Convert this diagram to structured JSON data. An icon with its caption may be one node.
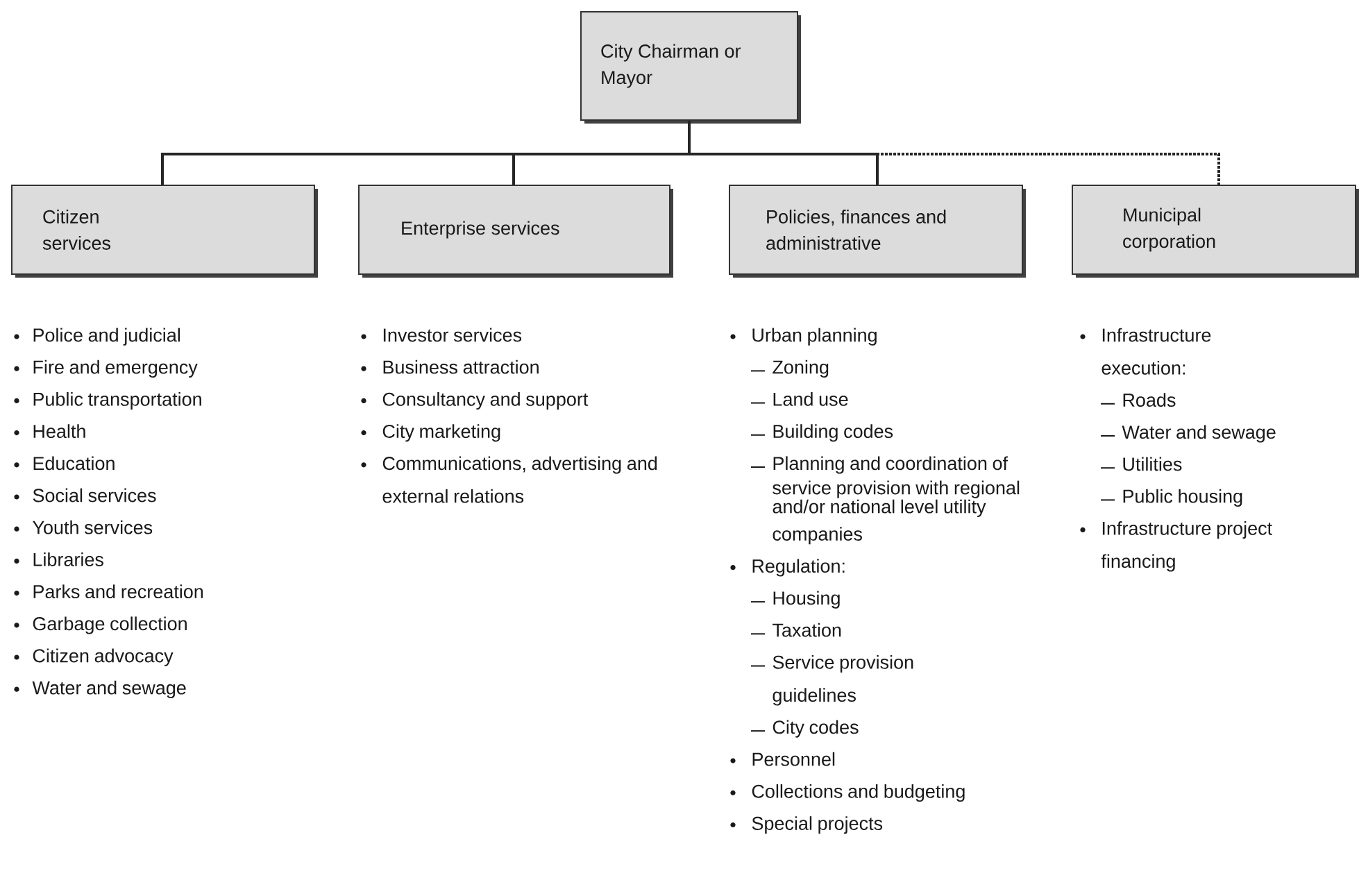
{
  "diagram": {
    "nodes": [
      {
        "text": [
          "City Chairman or Mayor"
        ]
      },
      {
        "text": [
          "Citizen services"
        ],
        "beside": [
          "Police and judicial",
          "Fire and emergency",
          "Public transportation",
          "Health",
          "Education",
          "Social services",
          "Youth services",
          "Libraries",
          "Parks and recreation",
          "Garbage collection",
          "Citizen advocacy",
          "Water and sewage"
        ]
      },
      {
        "text": [
          "Enterprise services"
        ],
        "beside": [
          "Investor services",
          "Business attraction",
          "Consultancy and support",
          "City marketing",
          "Communications, advertising and external relations"
        ]
      },
      {
        "text": [
          "Policies, finances and administrative"
        ],
        "beside": [
          "Urban planning",
          "Zoning",
          "Land use",
          "Building codes",
          "Planning and coordination of service provision with regional and/or national level utility companies",
          "Regulation:",
          "Housing",
          "Taxation",
          "Service provision guidelines",
          "City codes",
          "Personnel",
          "Collections and budgeting",
          "Special projects"
        ]
      },
      {
        "text": [
          "Municipal corporation"
        ],
        "beside": [
          "Infrastructure execution:",
          "Roads",
          "Water and sewage",
          "Utilities",
          "Public housing",
          "Infrastructure project financing"
        ]
      }
    ],
    "edges": [
      {
        "from": 0,
        "to": 1,
        "arrow": "none"
      },
      {
        "from": 0,
        "to": 2,
        "arrow": "none"
      },
      {
        "from": 0,
        "to": 3,
        "arrow": "none"
      },
      {
        "from": 0,
        "to": 4,
        "arrow": "none",
        "style": "dashed"
      }
    ]
  }
}
